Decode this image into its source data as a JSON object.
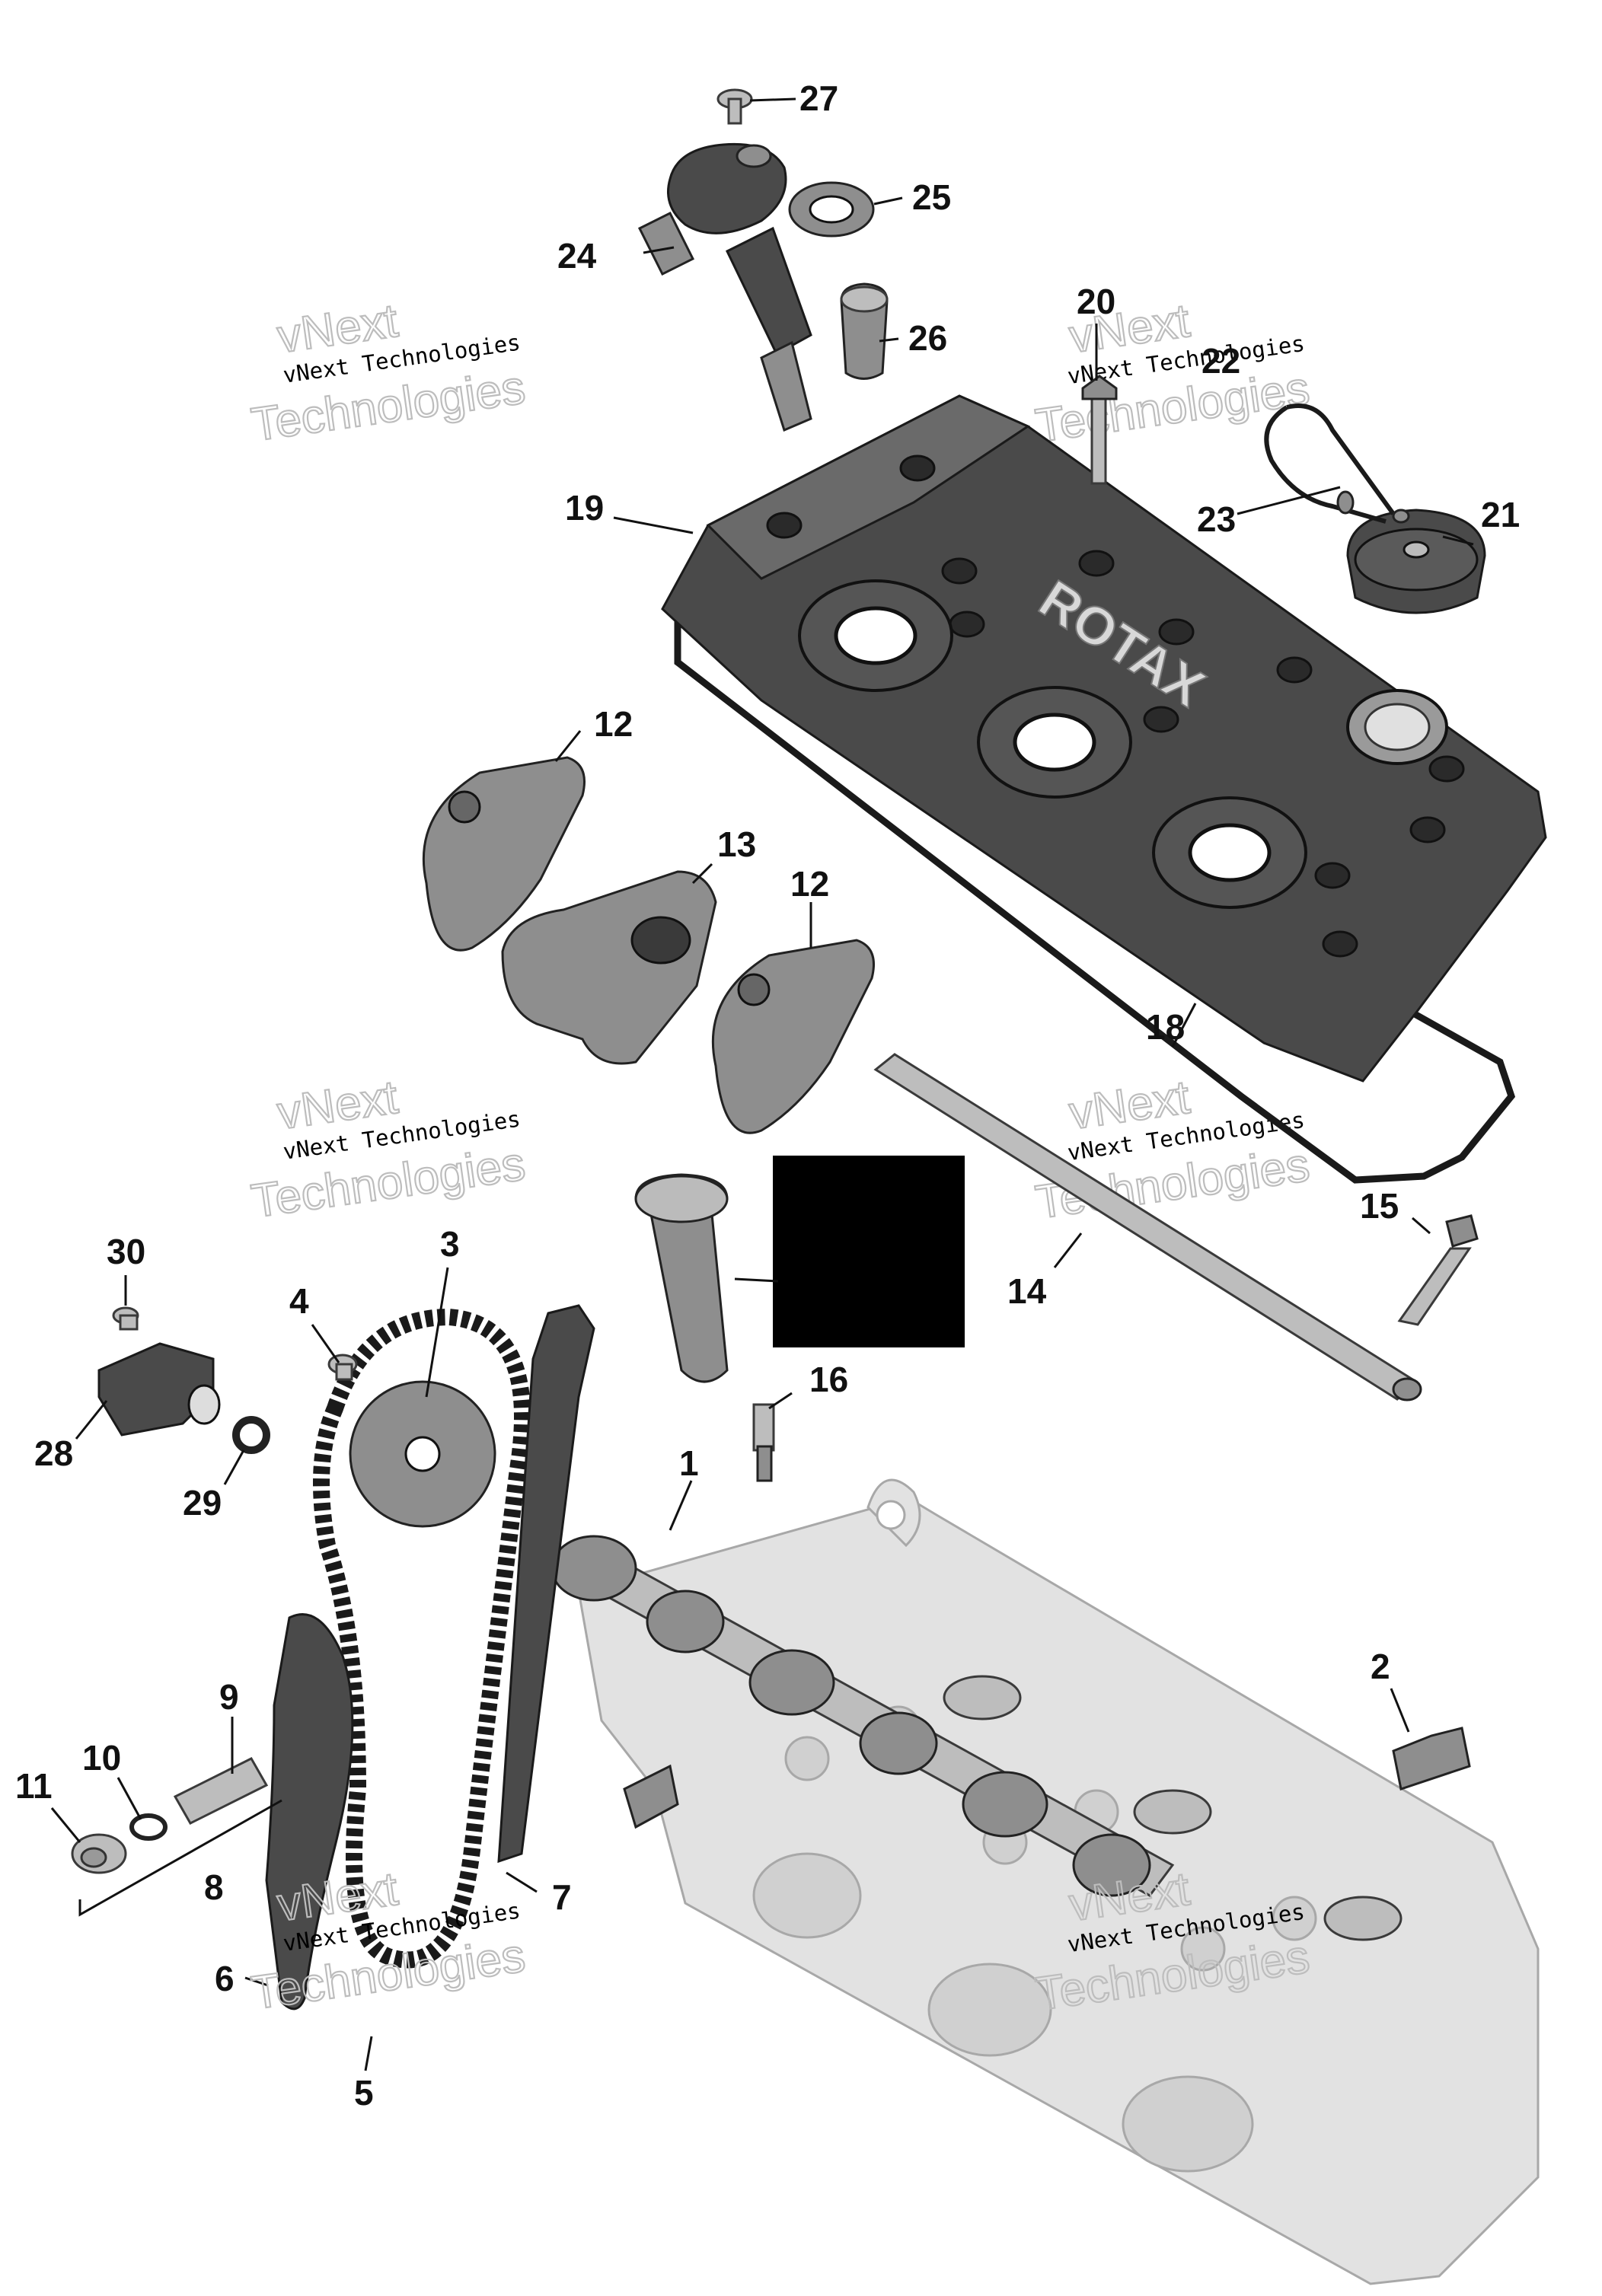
{
  "watermark": {
    "brand": "vNext",
    "company": "vNext Technologies",
    "big": "Technologies"
  },
  "callouts": {
    "c1": "1",
    "c2": "2",
    "c3": "3",
    "c4": "4",
    "c5": "5",
    "c6": "6",
    "c7": "7",
    "c8": "8",
    "c9": "9",
    "c10": "10",
    "c11": "11",
    "c12a": "12",
    "c12b": "12",
    "c13": "13",
    "c14": "14",
    "c15": "15",
    "c16": "16",
    "c18": "18",
    "c19": "19",
    "c20": "20",
    "c21": "21",
    "c22": "22",
    "c23": "23",
    "c24": "24",
    "c25": "25",
    "c26": "26",
    "c27": "27",
    "c28": "28",
    "c29": "29",
    "c30": "30"
  },
  "valve_cover_logo": "ROTAX"
}
